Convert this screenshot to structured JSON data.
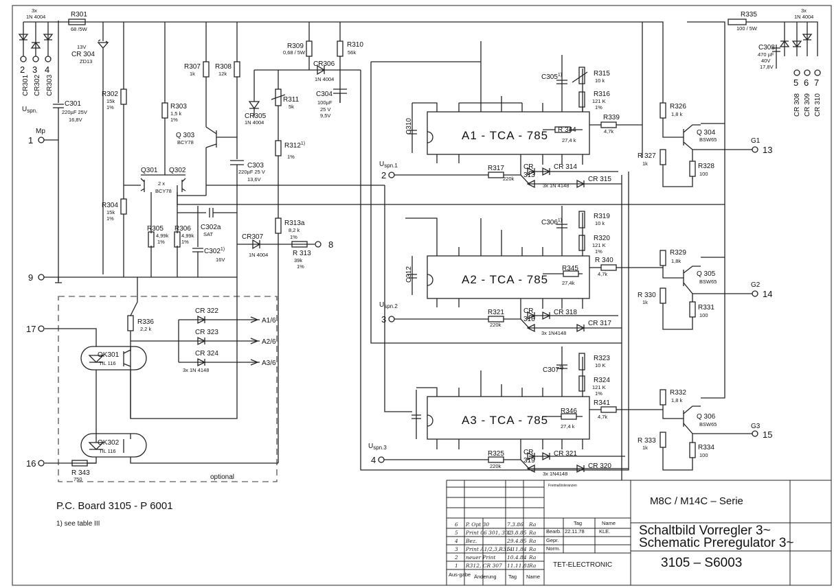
{
  "terminals": {
    "cr301": "2",
    "cr302": "3",
    "cr303": "4",
    "mp_num": "1",
    "mp": "Mp",
    "t9": "9",
    "t17": "17",
    "t16": "16",
    "t8": "8",
    "g1": "G1",
    "t13": "13",
    "g2": "G2",
    "t14": "14",
    "g3": "G3",
    "t15": "15",
    "t2": "2",
    "t3": "3",
    "t4": "4",
    "t5": "5",
    "t6": "6",
    "t7": "7",
    "uspn": "U",
    "uspn_sub": "spn.",
    "uspn1": "U",
    "uspn1_sub": "spn.1",
    "uspn2": "U",
    "uspn2_sub": "spn.2",
    "uspn3": "U",
    "uspn3_sub": "spn.3"
  },
  "components": {
    "cr301_303_header": "3x",
    "cr301_303_type": "1N 4004",
    "cr301": "CR301",
    "cr302": "CR302",
    "cr303": "CR303",
    "r301": "R301",
    "r301_val": "68 /5W",
    "cr304_v": "13V",
    "cr304": "CR 304",
    "cr304_type": "ZD13",
    "c301": "C301",
    "c301_val": "220µF 25V",
    "c301_v2": "16,8V",
    "r302": "R302",
    "r302_val": "15k",
    "r302_tol": "1%",
    "r303": "R303",
    "r303_val": "1,5 k",
    "r303_tol": "1%",
    "r304": "R304",
    "r304_val": "15k",
    "r304_tol": "1%",
    "r305": "R305",
    "r305_val": "4,99k",
    "r305_tol": "1%",
    "r306": "R306",
    "r306_val": "4,99k",
    "r306_tol": "1%",
    "r307": "R307",
    "r307_val": "1k",
    "r308": "R308",
    "r308_val": "12k",
    "r309": "R309",
    "r309_val": "0,68 / 5W",
    "r310": "R310",
    "r310_val": "56k",
    "cr306": "CR306",
    "cr306_type": "1N 4004",
    "cr305": "CR305",
    "cr305_type": "1N 4004",
    "r311": "R311",
    "r311_val": "5k",
    "c304": "C304",
    "c304_val": "100µF",
    "c304_v": "25 V",
    "c304_v2": "9,5V",
    "q303": "Q 303",
    "q303_type": "BCY78",
    "r312": "R312",
    "r312_sup": "1)",
    "r312_tol": "1%",
    "c303": "C303",
    "c303_val": "220µF 25 V",
    "c303_v2": "13,6V",
    "q301": "Q301",
    "q302": "Q302",
    "q301_2x": "2 x",
    "q301_type": "BCY78",
    "c302a": "C302a",
    "c302a_val": "SAT",
    "c302": "C302",
    "c302_sup": "1)",
    "c302_val": "16V",
    "r313a": "R313a",
    "r313a_val": "8,2 k",
    "r313a_tol": "1%",
    "cr307": "CR307",
    "cr307_type": "1N 4004",
    "r313": "R 313",
    "r313_val": "39k",
    "r313_tol": "1%",
    "cr322": "CR 322",
    "cr323": "CR 323",
    "cr324": "CR 324",
    "cr322_type": "3x  1N 4148",
    "a16": "A1/6",
    "a26": "A2/6",
    "a36": "A3/6",
    "r336": "R336",
    "r336_val": "2,2 k",
    "ok301": "OK301",
    "ok301_type": "TIL 116",
    "ok302": "OK302",
    "ok302_type": "TIL 116",
    "r343": "R 343",
    "r343_val": "750",
    "optional": "optional",
    "r335": "R335",
    "r335_val": "100 / 5W",
    "cr308_header": "3x",
    "cr308_type": "1N 4004",
    "c308": "C308",
    "c308_val": "470 µF",
    "c308_v": "40V",
    "c308_v2": "17,8V",
    "cr308": "CR 308",
    "cr309": "CR 309",
    "cr310": "CR 310",
    "a1": "A1 - TCA - 785",
    "a2": "A2 - TCA - 785",
    "a3": "A3 - TCA - 785",
    "c310": "C310",
    "c312": "C312",
    "c305": "C305",
    "c305_sup": "1)",
    "c306": "C306",
    "c306_sup": "1)",
    "c307": "C307",
    "c307_sup": "1)",
    "r315": "R315",
    "r315_val": "10 k",
    "r316": "R316",
    "r316_val": "121 K",
    "r316_tol": "1%",
    "r319": "R319",
    "r319_val": "10 k",
    "r320": "R320",
    "r320_val": "121 K",
    "r320_tol": "1%",
    "r323": "R323",
    "r323_val": "10 K",
    "r324": "R324",
    "r324_val": "121 K",
    "r324_tol": "1%",
    "r339": "R339",
    "r339_val": "4,7k",
    "r340": "R 340",
    "r340_val": "4,7k",
    "r341": "R341",
    "r341_val": "4,7k",
    "r344": "R 344",
    "r344_val": "27,4 k",
    "r345": "R345",
    "r345_val": "27,4k",
    "r346": "R346",
    "r346_val": "27,4 k",
    "r317": "R317",
    "r317_val": "220k",
    "r321": "R321",
    "r321_val": "220k",
    "r325": "R325",
    "r325_val": "220k",
    "cr313": "CR",
    "cr313_n": "313",
    "cr316": "CR",
    "cr316_n": "316",
    "cr319": "CR",
    "cr319_n": "319",
    "cr314": "CR 314",
    "cr315": "CR 315",
    "cr318": "CR 318",
    "cr317": "CR 317",
    "cr321": "CR 321",
    "cr320": "CR 320",
    "cr_types": "3x 1N 4148",
    "cr_types2": "3x 1N4148",
    "cr_types3": "3x 1N4148",
    "r326": "R326",
    "r326_val": "1,8 k",
    "r327": "R 327",
    "r327_val": "1k",
    "r328": "R328",
    "r328_val": "100",
    "r329": "R329",
    "r329_val": "1,8k",
    "r330": "R 330",
    "r330_val": "1k",
    "r331": "R331",
    "r331_val": "100",
    "r332": "R332",
    "r332_val": "1,8 k",
    "r333": "R 333",
    "r333_val": "1k",
    "r334": "R334",
    "r334_val": "100",
    "q304": "Q 304",
    "q304_type": "BSW65",
    "q305": "Q 305",
    "q305_type": "BSW65",
    "q306": "Q 306",
    "q306_type": "BSW65"
  },
  "notes": {
    "board": "P.C. Board   3105 - P 6001",
    "footnote": "1)  see table III"
  },
  "title_block": {
    "freimass": "Freimaßtoleranzen",
    "series": "M8C / M14C – Serie",
    "title_de": "Schaltbild Vorregler  3~",
    "title_en": "Schematic  Preregulator 3~",
    "drawing_no": "3105 – S6003",
    "company": "TET-ELECTRONIC",
    "col_tag": "Tag",
    "col_name": "Name",
    "bearb": "Bearb.",
    "bearb_date": "22.11.78",
    "bearb_name": "KLE.",
    "gepr": "Gepr.",
    "norm": "Norm.",
    "ausgabe": "Aus-gabe",
    "aenderung": "Änderung",
    "tag": "Tag",
    "name": "Name",
    "revisions": [
      {
        "no": "6",
        "change": "P. Opt 30",
        "date": "7.3.86",
        "by": "Ra"
      },
      {
        "no": "5",
        "change": "Print 06 301, 302",
        "date": "13.8.85",
        "by": "Ra"
      },
      {
        "no": "4",
        "change": "Bez.",
        "date": "29.4.85",
        "by": "Ra"
      },
      {
        "no": "3",
        "change": "Print A1/2,3,R314",
        "date": "5.11.84",
        "by": "Ra"
      },
      {
        "no": "2",
        "change": "neuer Print",
        "date": "10.4.84",
        "by": "Ra"
      },
      {
        "no": "1",
        "change": "R312, CR 307",
        "date": "11.11.81",
        "by": "Ra"
      }
    ]
  }
}
